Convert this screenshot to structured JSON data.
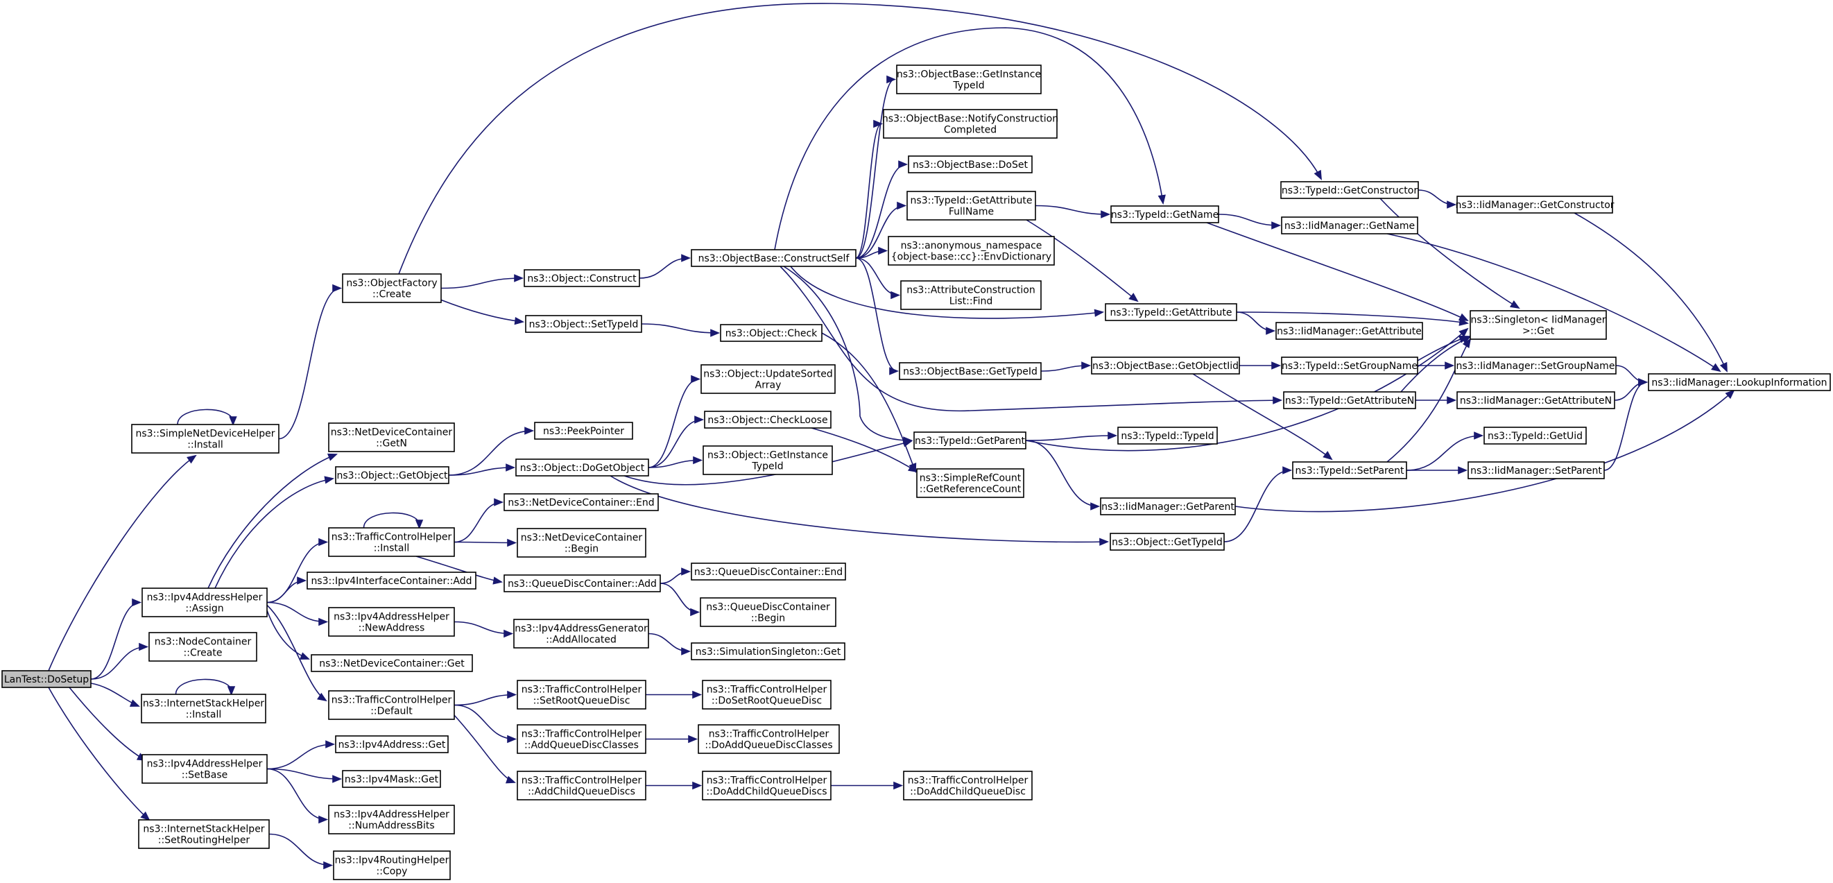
{
  "diagram": {
    "background": "#ffffff",
    "node_fill": "#ffffff",
    "root_fill": "#bfbfbf",
    "edge_color": "#191970",
    "nodes": [
      {
        "id": "root",
        "lines": [
          "LanTest::DoSetup"
        ]
      },
      {
        "id": "sndh_install",
        "lines": [
          "ns3::SimpleNetDeviceHelper",
          "::Install"
        ]
      },
      {
        "id": "ipv4_assign",
        "lines": [
          "ns3::Ipv4AddressHelper",
          "::Assign"
        ]
      },
      {
        "id": "nc_create",
        "lines": [
          "ns3::NodeContainer",
          "::Create"
        ]
      },
      {
        "id": "ish_install",
        "lines": [
          "ns3::InternetStackHelper",
          "::Install"
        ]
      },
      {
        "id": "ipv4_setbase",
        "lines": [
          "ns3::Ipv4AddressHelper",
          "::SetBase"
        ]
      },
      {
        "id": "ish_setrouting",
        "lines": [
          "ns3::InternetStackHelper",
          "::SetRoutingHelper"
        ]
      },
      {
        "id": "of_create",
        "lines": [
          "ns3::ObjectFactory",
          "::Create"
        ]
      },
      {
        "id": "ndc_getn",
        "lines": [
          "ns3::NetDeviceContainer",
          "::GetN"
        ]
      },
      {
        "id": "obj_getobject",
        "lines": [
          "ns3::Object::GetObject"
        ]
      },
      {
        "id": "tch_install",
        "lines": [
          "ns3::TrafficControlHelper",
          "::Install"
        ]
      },
      {
        "id": "ipv4ic_add",
        "lines": [
          "ns3::Ipv4InterfaceContainer::Add"
        ]
      },
      {
        "id": "ipv4_newaddr",
        "lines": [
          "ns3::Ipv4AddressHelper",
          "::NewAddress"
        ]
      },
      {
        "id": "ndc_get",
        "lines": [
          "ns3::NetDeviceContainer::Get"
        ]
      },
      {
        "id": "tch_default",
        "lines": [
          "ns3::TrafficControlHelper",
          "::Default"
        ]
      },
      {
        "id": "ipv4addr_get",
        "lines": [
          "ns3::Ipv4Address::Get"
        ]
      },
      {
        "id": "ipv4mask_get",
        "lines": [
          "ns3::Ipv4Mask::Get"
        ]
      },
      {
        "id": "ipv4_numaddrbits",
        "lines": [
          "ns3::Ipv4AddressHelper",
          "::NumAddressBits"
        ]
      },
      {
        "id": "ipv4rh_copy",
        "lines": [
          "ns3::Ipv4RoutingHelper",
          "::Copy"
        ]
      },
      {
        "id": "obj_construct",
        "lines": [
          "ns3::Object::Construct"
        ]
      },
      {
        "id": "obj_settypeid",
        "lines": [
          "ns3::Object::SetTypeId"
        ]
      },
      {
        "id": "peekpointer",
        "lines": [
          "ns3::PeekPointer"
        ]
      },
      {
        "id": "obj_dogetobject",
        "lines": [
          "ns3::Object::DoGetObject"
        ]
      },
      {
        "id": "ndc_end",
        "lines": [
          "ns3::NetDeviceContainer::End"
        ]
      },
      {
        "id": "ndc_begin",
        "lines": [
          "ns3::NetDeviceContainer",
          "::Begin"
        ]
      },
      {
        "id": "qdc_add",
        "lines": [
          "ns3::QueueDiscContainer::Add"
        ]
      },
      {
        "id": "ipv4ag_addalloc",
        "lines": [
          "ns3::Ipv4AddressGenerator",
          "::AddAllocated"
        ]
      },
      {
        "id": "tch_setroot",
        "lines": [
          "ns3::TrafficControlHelper",
          "::SetRootQueueDisc"
        ]
      },
      {
        "id": "tch_addqdclasses",
        "lines": [
          "ns3::TrafficControlHelper",
          "::AddQueueDiscClasses"
        ]
      },
      {
        "id": "tch_addchild",
        "lines": [
          "ns3::TrafficControlHelper",
          "::AddChildQueueDiscs"
        ]
      },
      {
        "id": "ob_constructself",
        "lines": [
          "ns3::ObjectBase::ConstructSelf"
        ]
      },
      {
        "id": "obj_check",
        "lines": [
          "ns3::Object::Check"
        ]
      },
      {
        "id": "obj_updatesorted",
        "lines": [
          "ns3::Object::UpdateSorted",
          "Array"
        ]
      },
      {
        "id": "obj_checkloose",
        "lines": [
          "ns3::Object::CheckLoose"
        ]
      },
      {
        "id": "obj_getinstancetypeid",
        "lines": [
          "ns3::Object::GetInstance",
          "TypeId"
        ]
      },
      {
        "id": "qdc_end",
        "lines": [
          "ns3::QueueDiscContainer::End"
        ]
      },
      {
        "id": "qdc_begin",
        "lines": [
          "ns3::QueueDiscContainer",
          "::Begin"
        ]
      },
      {
        "id": "simsingleton_get",
        "lines": [
          "ns3::SimulationSingleton::Get"
        ]
      },
      {
        "id": "tch_dosetroot",
        "lines": [
          "ns3::TrafficControlHelper",
          "::DoSetRootQueueDisc"
        ]
      },
      {
        "id": "tch_doaddqdclasses",
        "lines": [
          "ns3::TrafficControlHelper",
          "::DoAddQueueDiscClasses"
        ]
      },
      {
        "id": "tch_doaddchild",
        "lines": [
          "ns3::TrafficControlHelper",
          "::DoAddChildQueueDiscs"
        ]
      },
      {
        "id": "tch_doaddchild2",
        "lines": [
          "ns3::TrafficControlHelper",
          "::DoAddChildQueueDisc"
        ]
      },
      {
        "id": "ob_getinstancetypeid",
        "lines": [
          "ns3::ObjectBase::GetInstance",
          "TypeId"
        ]
      },
      {
        "id": "ob_notifyconstruction",
        "lines": [
          "ns3::ObjectBase::NotifyConstruction",
          "Completed"
        ]
      },
      {
        "id": "ob_doset",
        "lines": [
          "ns3::ObjectBase::DoSet"
        ]
      },
      {
        "id": "tid_getattrfullname",
        "lines": [
          "ns3::TypeId::GetAttribute",
          "FullName"
        ]
      },
      {
        "id": "anon_envdict",
        "lines": [
          "ns3::anonymous_namespace",
          "{object-base::cc}::EnvDictionary"
        ]
      },
      {
        "id": "attrconstr_find",
        "lines": [
          "ns3::AttributeConstruction",
          "List::Find"
        ]
      },
      {
        "id": "ob_gettypeid",
        "lines": [
          "ns3::ObjectBase::GetTypeId"
        ]
      },
      {
        "id": "tid_getparent",
        "lines": [
          "ns3::TypeId::GetParent"
        ]
      },
      {
        "id": "simplerefcount",
        "lines": [
          "ns3::SimpleRefCount",
          "::GetReferenceCount"
        ]
      },
      {
        "id": "tid_getname",
        "lines": [
          "ns3::TypeId::GetName"
        ]
      },
      {
        "id": "tid_getattribute",
        "lines": [
          "ns3::TypeId::GetAttribute"
        ]
      },
      {
        "id": "ob_getobjectiid",
        "lines": [
          "ns3::ObjectBase::GetObjectIid"
        ]
      },
      {
        "id": "tid_typeid",
        "lines": [
          "ns3::TypeId::TypeId"
        ]
      },
      {
        "id": "iidm_getparent",
        "lines": [
          "ns3::IidManager::GetParent"
        ]
      },
      {
        "id": "obj_gettypeid",
        "lines": [
          "ns3::Object::GetTypeId"
        ]
      },
      {
        "id": "tid_getconstructor",
        "lines": [
          "ns3::TypeId::GetConstructor"
        ]
      },
      {
        "id": "iidm_getname",
        "lines": [
          "ns3::IidManager::GetName"
        ]
      },
      {
        "id": "iidm_getattribute",
        "lines": [
          "ns3::IidManager::GetAttribute"
        ]
      },
      {
        "id": "tid_setgroupname",
        "lines": [
          "ns3::TypeId::SetGroupName"
        ]
      },
      {
        "id": "tid_getattributen",
        "lines": [
          "ns3::TypeId::GetAttributeN"
        ]
      },
      {
        "id": "tid_setparent",
        "lines": [
          "ns3::TypeId::SetParent"
        ]
      },
      {
        "id": "iidm_getconstructor",
        "lines": [
          "ns3::IidManager::GetConstructor"
        ]
      },
      {
        "id": "singleton_get",
        "lines": [
          "ns3::Singleton< IidManager",
          ">::Get"
        ]
      },
      {
        "id": "iidm_setgroupname",
        "lines": [
          "ns3::IidManager::SetGroupName"
        ]
      },
      {
        "id": "iidm_getattributen",
        "lines": [
          "ns3::IidManager::GetAttributeN"
        ]
      },
      {
        "id": "tid_getuid",
        "lines": [
          "ns3::TypeId::GetUid"
        ]
      },
      {
        "id": "iidm_setparent",
        "lines": [
          "ns3::IidManager::SetParent"
        ]
      },
      {
        "id": "iidm_lookup",
        "lines": [
          "ns3::IidManager::LookupInformation"
        ]
      }
    ],
    "edges": [
      [
        "root",
        "sndh_install"
      ],
      [
        "root",
        "ipv4_assign"
      ],
      [
        "root",
        "nc_create"
      ],
      [
        "root",
        "ish_install"
      ],
      [
        "root",
        "ipv4_setbase"
      ],
      [
        "root",
        "ish_setrouting"
      ],
      [
        "sndh_install",
        "sndh_install"
      ],
      [
        "sndh_install",
        "of_create"
      ],
      [
        "ipv4_assign",
        "ndc_getn"
      ],
      [
        "ipv4_assign",
        "obj_getobject"
      ],
      [
        "ipv4_assign",
        "tch_install"
      ],
      [
        "ipv4_assign",
        "ipv4ic_add"
      ],
      [
        "ipv4_assign",
        "ipv4_newaddr"
      ],
      [
        "ipv4_assign",
        "ndc_get"
      ],
      [
        "ipv4_assign",
        "tch_default"
      ],
      [
        "ish_install",
        "ish_install"
      ],
      [
        "ipv4_setbase",
        "ipv4addr_get"
      ],
      [
        "ipv4_setbase",
        "ipv4mask_get"
      ],
      [
        "ipv4_setbase",
        "ipv4_numaddrbits"
      ],
      [
        "ish_setrouting",
        "ipv4rh_copy"
      ],
      [
        "of_create",
        "obj_construct"
      ],
      [
        "of_create",
        "obj_settypeid"
      ],
      [
        "of_create",
        "tid_getconstructor"
      ],
      [
        "obj_getobject",
        "peekpointer"
      ],
      [
        "obj_getobject",
        "obj_dogetobject"
      ],
      [
        "tch_install",
        "tch_install"
      ],
      [
        "tch_install",
        "ndc_end"
      ],
      [
        "tch_install",
        "ndc_begin"
      ],
      [
        "tch_install",
        "qdc_add"
      ],
      [
        "ipv4_newaddr",
        "ipv4ag_addalloc"
      ],
      [
        "tch_default",
        "tch_setroot"
      ],
      [
        "tch_default",
        "tch_addqdclasses"
      ],
      [
        "tch_default",
        "tch_addchild"
      ],
      [
        "obj_construct",
        "ob_constructself"
      ],
      [
        "obj_settypeid",
        "obj_check"
      ],
      [
        "obj_dogetobject",
        "obj_updatesorted"
      ],
      [
        "obj_dogetobject",
        "obj_checkloose"
      ],
      [
        "obj_dogetobject",
        "obj_getinstancetypeid"
      ],
      [
        "obj_dogetobject",
        "tid_getparent"
      ],
      [
        "obj_dogetobject",
        "obj_gettypeid"
      ],
      [
        "qdc_add",
        "qdc_end"
      ],
      [
        "qdc_add",
        "qdc_begin"
      ],
      [
        "ipv4ag_addalloc",
        "simsingleton_get"
      ],
      [
        "tch_setroot",
        "tch_dosetroot"
      ],
      [
        "tch_addqdclasses",
        "tch_doaddqdclasses"
      ],
      [
        "tch_addchild",
        "tch_doaddchild"
      ],
      [
        "tch_doaddchild",
        "tch_doaddchild2"
      ],
      [
        "ob_constructself",
        "ob_getinstancetypeid"
      ],
      [
        "ob_constructself",
        "ob_notifyconstruction"
      ],
      [
        "ob_constructself",
        "ob_doset"
      ],
      [
        "ob_constructself",
        "tid_getattrfullname"
      ],
      [
        "ob_constructself",
        "anon_envdict"
      ],
      [
        "ob_constructself",
        "attrconstr_find"
      ],
      [
        "ob_constructself",
        "ob_gettypeid"
      ],
      [
        "ob_constructself",
        "tid_getname"
      ],
      [
        "ob_constructself",
        "tid_getattribute"
      ],
      [
        "ob_constructself",
        "tid_getparent"
      ],
      [
        "ob_constructself",
        "tid_getattributen"
      ],
      [
        "obj_check",
        "simplerefcount"
      ],
      [
        "obj_checkloose",
        "simplerefcount"
      ],
      [
        "tid_getattrfullname",
        "tid_getname"
      ],
      [
        "tid_getattrfullname",
        "tid_getattribute"
      ],
      [
        "ob_gettypeid",
        "ob_getobjectiid"
      ],
      [
        "ob_getobjectiid",
        "tid_setgroupname"
      ],
      [
        "ob_getobjectiid",
        "tid_setparent"
      ],
      [
        "tid_getparent",
        "tid_typeid"
      ],
      [
        "tid_getparent",
        "iidm_getparent"
      ],
      [
        "tid_getparent",
        "singleton_get"
      ],
      [
        "tid_getname",
        "iidm_getname"
      ],
      [
        "tid_getname",
        "singleton_get"
      ],
      [
        "tid_getattribute",
        "iidm_getattribute"
      ],
      [
        "tid_getattribute",
        "singleton_get"
      ],
      [
        "obj_gettypeid",
        "tid_setparent"
      ],
      [
        "tid_getconstructor",
        "iidm_getconstructor"
      ],
      [
        "tid_getconstructor",
        "singleton_get"
      ],
      [
        "tid_setgroupname",
        "singleton_get"
      ],
      [
        "tid_setgroupname",
        "iidm_setgroupname"
      ],
      [
        "tid_getattributen",
        "singleton_get"
      ],
      [
        "tid_getattributen",
        "iidm_getattributen"
      ],
      [
        "tid_setparent",
        "singleton_get"
      ],
      [
        "tid_setparent",
        "tid_getuid"
      ],
      [
        "tid_setparent",
        "iidm_setparent"
      ],
      [
        "iidm_getname",
        "iidm_lookup"
      ],
      [
        "iidm_getconstructor",
        "iidm_lookup"
      ],
      [
        "iidm_setgroupname",
        "iidm_lookup"
      ],
      [
        "iidm_getattributen",
        "iidm_lookup"
      ],
      [
        "iidm_setparent",
        "iidm_lookup"
      ],
      [
        "iidm_getparent",
        "iidm_lookup"
      ]
    ]
  }
}
